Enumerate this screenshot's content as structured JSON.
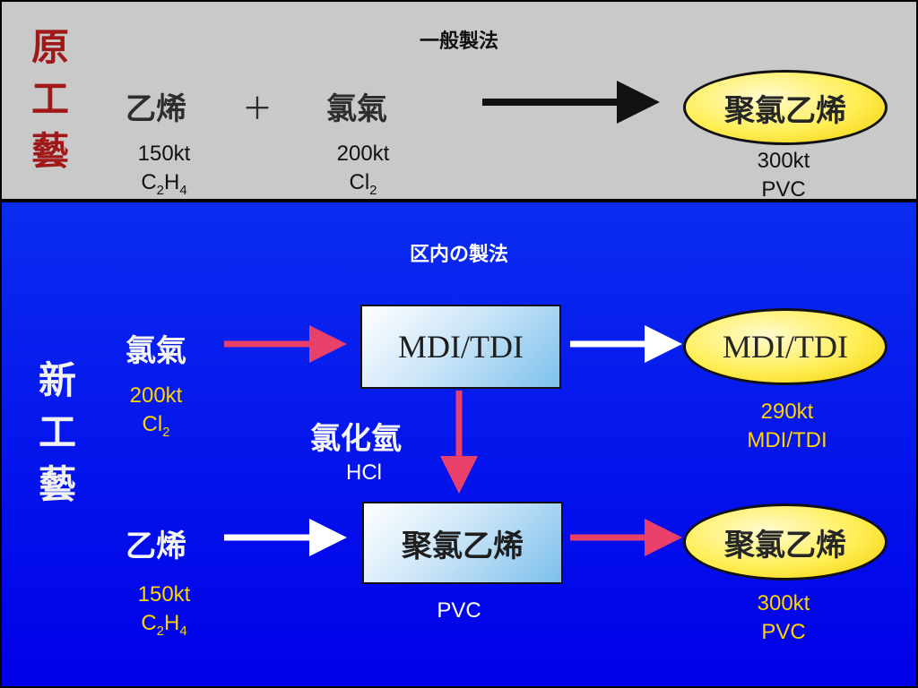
{
  "top": {
    "heading": "一般製法",
    "vertical": "原工藝",
    "ethylene": "乙烯",
    "plus": "＋",
    "chlorine": "氯氣",
    "ethylene_qty": "150kt",
    "chlorine_qty": "200kt",
    "product": "聚氯乙烯",
    "product_qty": "300kt",
    "product_formula": "PVC"
  },
  "bottom": {
    "heading": "区内の製法",
    "vertical": "新工藝",
    "chlorine": "氯氣",
    "chlorine_qty": "200kt",
    "mdi_box": "MDI/TDI",
    "mdi_product": "MDI/TDI",
    "mdi_qty": "290kt",
    "mdi_formula": "MDI/TDI",
    "hcl": "氯化氫",
    "hcl_formula": "HCl",
    "ethylene": "乙烯",
    "ethylene_qty": "150kt",
    "pvc_box": "聚氯乙烯",
    "pvc_box_formula": "PVC",
    "pvc_product": "聚氯乙烯",
    "pvc_qty": "300kt",
    "pvc_formula": "PVC"
  },
  "colors": {
    "top_bg": "#c9c9c9",
    "bottom_bg": "#0a2cf0",
    "pink_arrow": "#e8406a",
    "white_arrow": "#ffffff",
    "black_arrow": "#111111",
    "yellow_text": "#ffd400",
    "ellipse_fill": "#ffee55"
  }
}
